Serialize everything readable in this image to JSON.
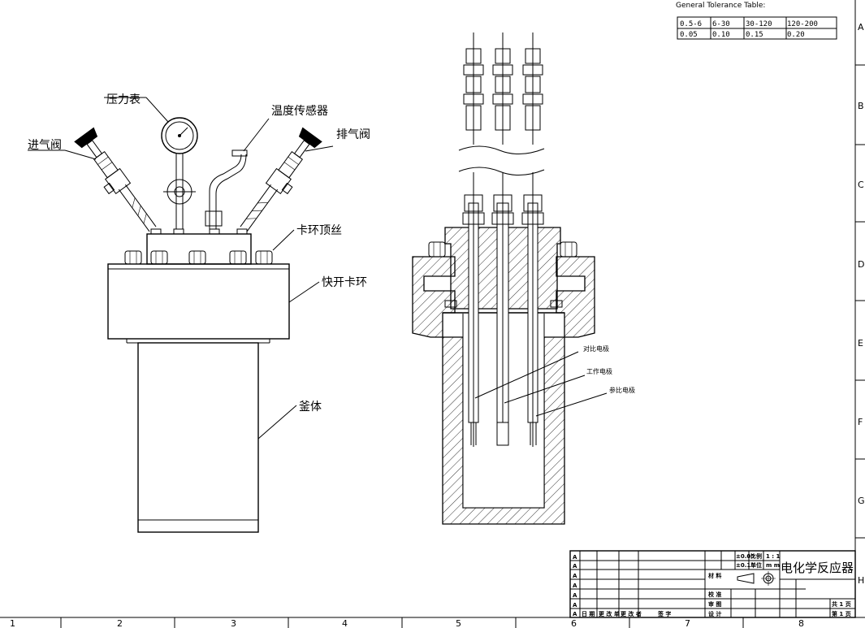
{
  "tolerance_table": {
    "title": "General Tolerance Table:",
    "ranges": [
      "0.5-6",
      "6-30",
      "30-120",
      "120-200"
    ],
    "values": [
      "0.05",
      "0.10",
      "0.15",
      "0.20"
    ]
  },
  "left_view_labels": {
    "pressure_gauge": "压力表",
    "intake_valve": "进气阀",
    "temperature_sensor": "温度传感器",
    "exhaust_valve": "排气阀",
    "clamp_screw": "卡环顶丝",
    "quick_clamp": "快开卡环",
    "vessel_body": "釜体"
  },
  "section_view_labels": {
    "counter_electrode": "对比电极",
    "working_electrode": "工作电极",
    "reference_electrode": "参比电极"
  },
  "title_block": {
    "drawing_title": "电化学反应器",
    "scale_label": "比例",
    "scale_value": "1 : 1",
    "unit_label": "单位",
    "unit_value": "m m",
    "tol1": "±0.05",
    "tol2": "±0.1°",
    "material_label": "材 料",
    "check_label": "校 准",
    "review_label": "审 图",
    "design_label": "设 计",
    "sheet_total": "共 1 页",
    "sheet_no": "第 1 页",
    "rev_symbols": [
      "A",
      "A",
      "A",
      "A",
      "A",
      "A",
      "A"
    ],
    "bottom_row": [
      "日 期",
      "更 改 单",
      "更 改 者",
      "签 字"
    ]
  },
  "border": {
    "column_numbers": [
      "1",
      "2",
      "3",
      "4",
      "5",
      "6",
      "7",
      "8"
    ],
    "row_letters": [
      "A",
      "B",
      "C",
      "D",
      "E",
      "F",
      "G",
      "H"
    ]
  }
}
